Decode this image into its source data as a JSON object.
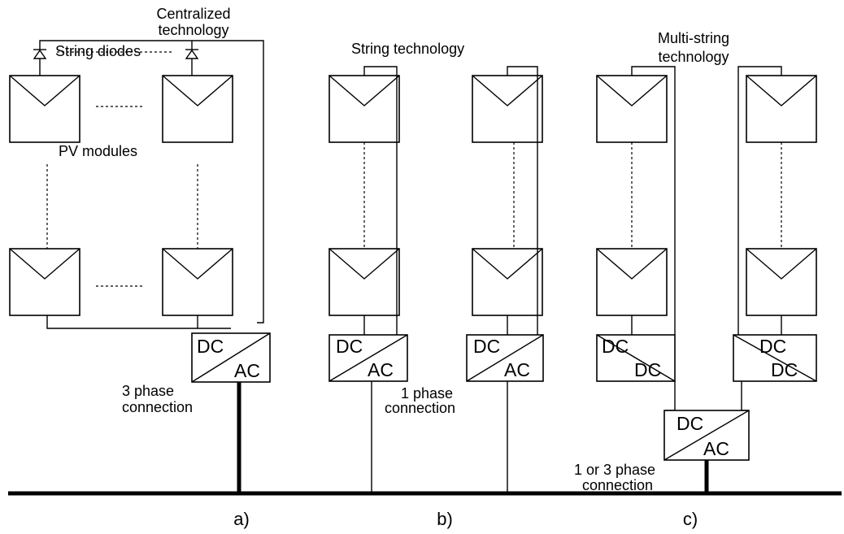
{
  "labels": {
    "centralized_1": "Centralized",
    "centralized_2": "technology",
    "string_diodes": "String diodes",
    "pv_modules": "PV modules",
    "string_technology": "String technology",
    "multi_string_1": "Multi-string",
    "multi_string_2": "technology",
    "phase3_1": "3 phase",
    "phase3_2": "connection",
    "phase1_1": "1 phase",
    "phase1_2": "connection",
    "phase13_1": "1 or 3 phase",
    "phase13_2": "connection"
  },
  "converters": {
    "dc": "DC",
    "ac": "AC"
  },
  "captions": {
    "a": "a)",
    "b": "b)",
    "c": "c)"
  }
}
